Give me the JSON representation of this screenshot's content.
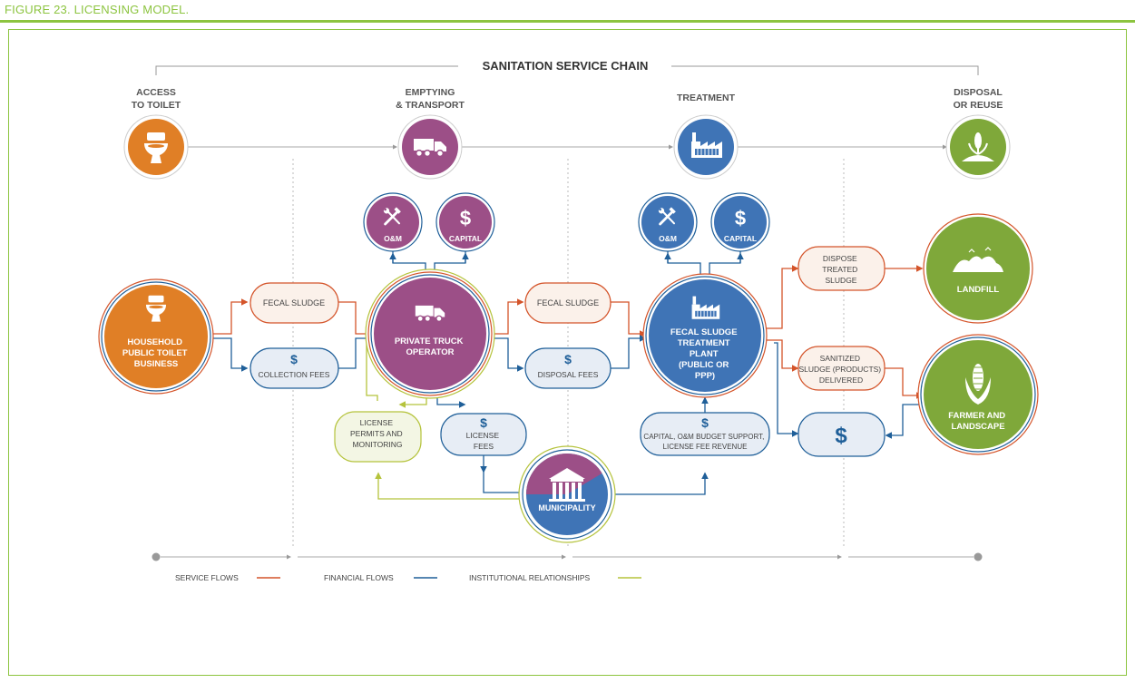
{
  "figure_title": "FIGURE 23. LICENSING MODEL.",
  "chain_title": "SANITATION SERVICE CHAIN",
  "stages": {
    "access": [
      "ACCESS",
      "TO TOILET"
    ],
    "emptying": [
      "EMPTYING",
      "& TRANSPORT"
    ],
    "treatment": [
      "TREATMENT"
    ],
    "disposal": [
      "DISPOSAL",
      "OR REUSE"
    ]
  },
  "nodes": {
    "household": [
      "HOUSEHOLD",
      "PUBLIC TOILET",
      "BUSINESS"
    ],
    "operator": [
      "PRIVATE TRUCK",
      "OPERATOR"
    ],
    "plant": [
      "FECAL SLUDGE",
      "TREATMENT",
      "PLANT",
      "(PUBLIC OR",
      "PPP)"
    ],
    "landfill": [
      "LANDFILL"
    ],
    "farmer": [
      "FARMER AND",
      "LANDSCAPE"
    ],
    "municipality": [
      "MUNICIPALITY"
    ]
  },
  "inputs": {
    "om": "O&M",
    "capital": "CAPITAL"
  },
  "boxes": {
    "fecal_sludge_1": [
      "FECAL SLUDGE"
    ],
    "collection_fees": [
      "COLLECTION FEES"
    ],
    "fecal_sludge_2": [
      "FECAL SLUDGE"
    ],
    "disposal_fees": [
      "DISPOSAL FEES"
    ],
    "license_permits": [
      "LICENSE",
      "PERMITS AND",
      "MONITORING"
    ],
    "license_fees": [
      "LICENSE",
      "FEES"
    ],
    "budget_support": [
      "CAPITAL, O&M BUDGET SUPPORT,",
      "LICENSE FEE REVENUE"
    ],
    "dispose_treated": [
      "DISPOSE",
      "TREATED",
      "SLUDGE"
    ],
    "sanitized": [
      "SANITIZED",
      "SLUDGE (PRODUCTS)",
      "DELIVERED"
    ]
  },
  "currency_symbol": "$",
  "legend": {
    "service": "SERVICE FLOWS",
    "financial": "FINANCIAL FLOWS",
    "institutional": "INSTITUTIONAL RELATIONSHIPS"
  },
  "colors": {
    "orange": "#e07f26",
    "purple": "#9c4f87",
    "blue": "#3f74b6",
    "green": "#7fa83a",
    "service_flow": "#d4542a",
    "financial_flow": "#1f5f99",
    "institutional_flow": "#b5c33c",
    "frame_green": "#8cc43f"
  },
  "icons": {
    "toilet": "toilet-icon",
    "truck": "truck-icon",
    "factory": "factory-icon",
    "plant_sprout": "crop-icon",
    "tools": "tools-icon",
    "dollar": "dollar-icon",
    "landfill": "landfill-icon",
    "corn": "corn-icon",
    "building": "municipality-icon"
  }
}
